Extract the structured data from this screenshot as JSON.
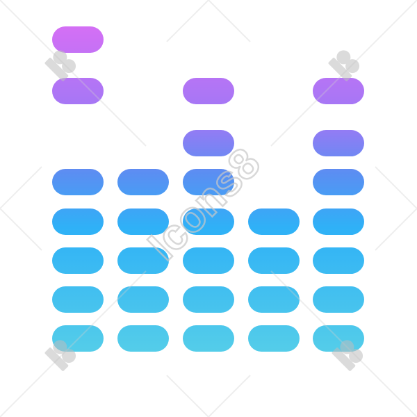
{
  "icon": {
    "name": "equalizer-icon",
    "style": "gradient",
    "gradient_colors": {
      "top": "#d46ff5",
      "upper_mid": "#9b79f5",
      "mid": "#5b8ef2",
      "lower_mid": "#2fb1f7",
      "bottom": "#54cde9"
    },
    "columns": [
      {
        "active_segments": 5,
        "peak": true
      },
      {
        "active_segments": 5,
        "peak": false
      },
      {
        "active_segments": 6,
        "peak": true
      },
      {
        "active_segments": 4,
        "peak": false
      },
      {
        "active_segments": 6,
        "peak": true
      }
    ]
  },
  "watermark": {
    "text": "Icons8",
    "logo": "icons8-logo-icon",
    "color": "#d0d0d0"
  }
}
